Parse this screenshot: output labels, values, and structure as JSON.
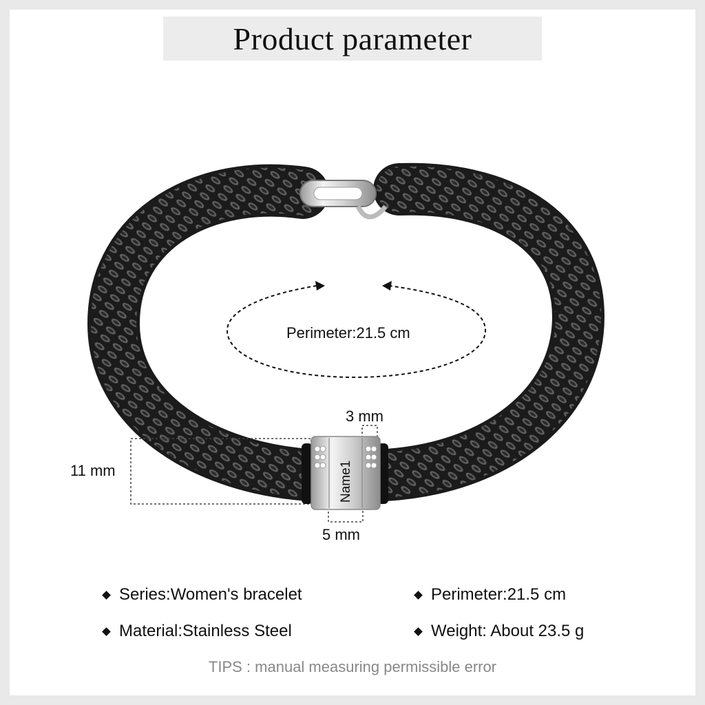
{
  "header": {
    "title": "Product parameter"
  },
  "product": {
    "charm_text": "Name1",
    "perimeter_label": "Perimeter:21.5 cm",
    "dim_height": "11 mm",
    "dim_width": "5 mm",
    "dim_gap": "3 mm"
  },
  "specs": [
    {
      "text": "Series:Women's bracelet"
    },
    {
      "text": "Perimeter:21.5 cm"
    },
    {
      "text": "Material:Stainless Steel"
    },
    {
      "text": "Weight: About 23.5 g"
    }
  ],
  "footer": {
    "tips": "TIPS : manual measuring permissible error"
  },
  "colors": {
    "chain": "#1b1b1b",
    "chain_highlight": "#6a6a6a",
    "steel": "#d9d9d9",
    "frame": "#e9e9e9"
  },
  "icons": {
    "bullet": "diamond-bullet-icon"
  }
}
